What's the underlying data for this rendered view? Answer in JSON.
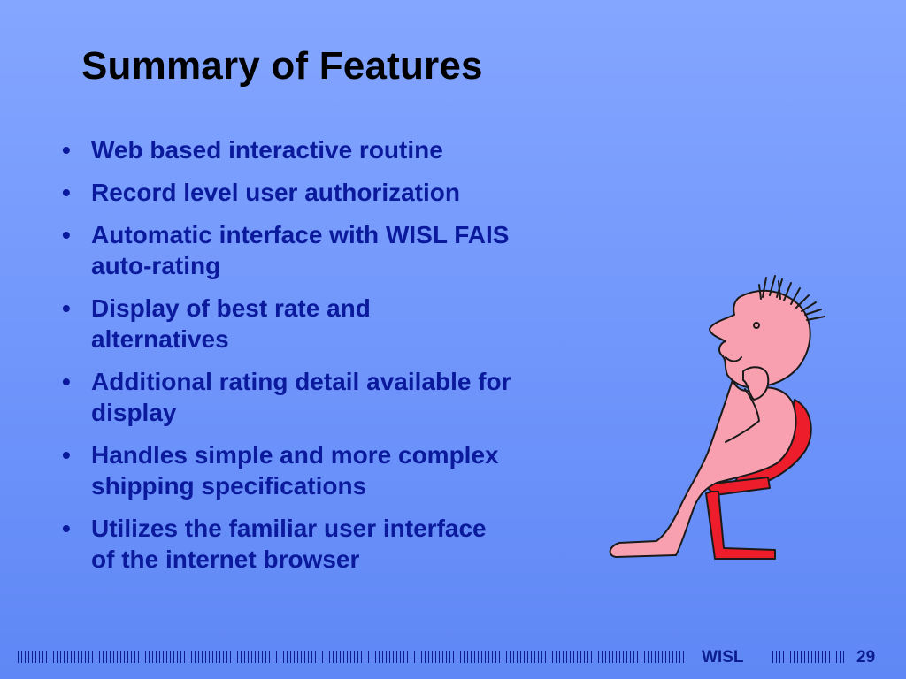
{
  "slide": {
    "title": "Summary of Features",
    "bullet_symbol": "•",
    "bullets": [
      {
        "lines": [
          "Web based interactive routine"
        ]
      },
      {
        "lines": [
          "Record level user authorization"
        ]
      },
      {
        "lines": [
          "Automatic interface with WISL FAIS",
          "auto-rating"
        ]
      },
      {
        "lines": [
          "Display of best rate and",
          "alternatives"
        ]
      },
      {
        "lines": [
          "Additional rating detail available for",
          "display"
        ]
      },
      {
        "lines": [
          "Handles simple and more complex",
          "shipping specifications"
        ]
      },
      {
        "lines": [
          "Utilizes the familiar user interface",
          "of the internet browser"
        ]
      }
    ]
  },
  "footer": {
    "org": "WISL",
    "page_number": "29"
  },
  "colors": {
    "title": "#000000",
    "bullet_text": "#0b1a9c",
    "footer_text": "#0c1d8f",
    "figure_skin": "#f9a0b0",
    "figure_chair": "#ee1d2b"
  }
}
